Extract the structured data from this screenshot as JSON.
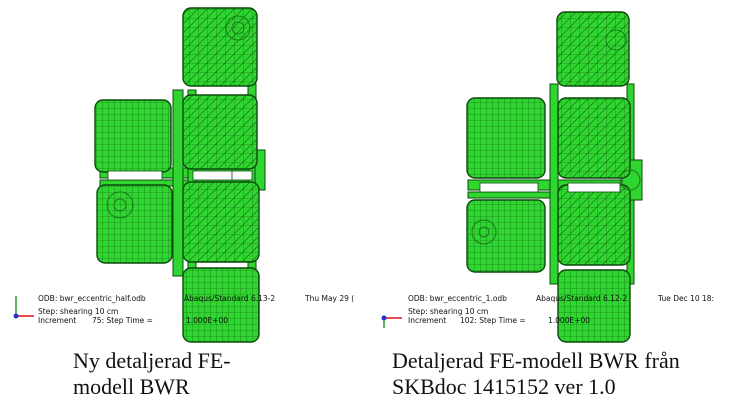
{
  "colors": {
    "mesh_fill": "#2fd62f",
    "mesh_line": "#0b4a0b",
    "mesh_dark": "#1a8f1a",
    "triad_y": "#2a9a2a",
    "triad_x": "#d11",
    "triad_z": "#2233cc"
  },
  "left": {
    "odb_label": "ODB: bwr_eccentric_half.odb",
    "solver": "Abaqus/Standard 6.13-2",
    "date": "Thu May 29 (",
    "step": "Step: shearing 10 cm",
    "increment_label": "Increment",
    "increment_value": "75: Step Time =",
    "step_time": "1.000E+00",
    "caption_line1": "Ny detaljerad FE-",
    "caption_line2": "modell BWR"
  },
  "right": {
    "odb_label": "ODB: bwr_eccentric_1.odb",
    "solver": "Abaqus/Standard 6.12-2",
    "date": "Tue Dec 10 18:",
    "step": "Step: shearing 10 cm",
    "increment_label": "Increment",
    "increment_value": "102: Step Time =",
    "step_time": "1.000E+00",
    "caption_line1": "Detaljerad FE-modell BWR från",
    "caption_line2": "SKBdoc 1415152 ver 1.0"
  }
}
